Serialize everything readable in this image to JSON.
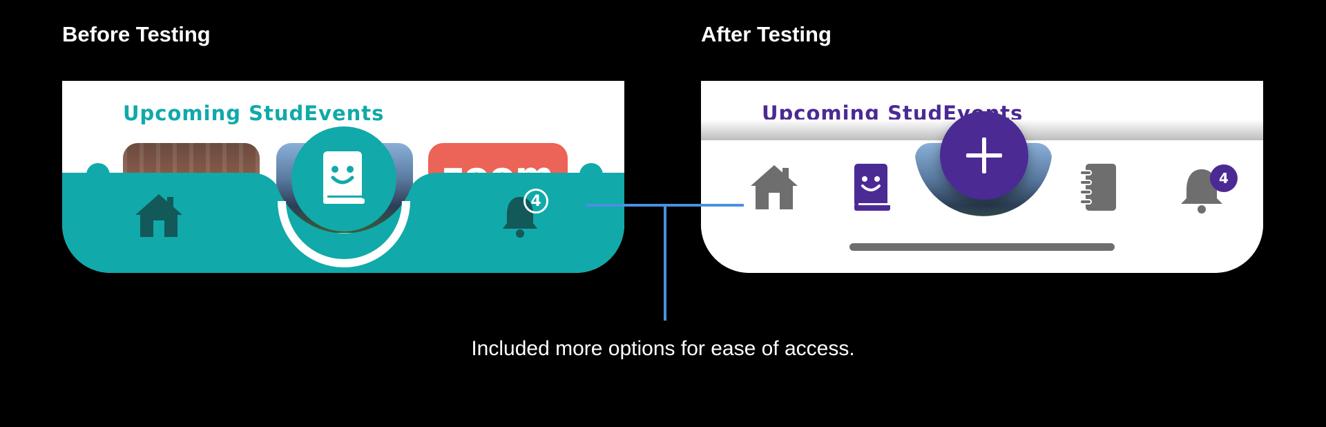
{
  "headings": {
    "before": "Before Testing",
    "after": "After Testing"
  },
  "before_panel": {
    "section_title": "Upcoming StudEvents",
    "zoom_card_label": "zoom",
    "notification_count": "4",
    "nav_icons": [
      "home-icon",
      "journal-smile-icon",
      "bell-icon"
    ]
  },
  "after_panel": {
    "section_title": "Upcoming StudEvents",
    "notification_count": "4",
    "nav_icons": [
      "home-icon",
      "journal-smile-icon",
      "add-icon",
      "notebook-icon",
      "bell-icon"
    ]
  },
  "caption": "Included more options for ease of access.",
  "colors": {
    "background": "#000000",
    "teal": "#11a9a9",
    "teal_dark": "#13595a",
    "purple": "#4b2a94",
    "gray_icon": "#6e6e6e",
    "connector_blue": "#4a90e2",
    "zoom_red": "#ec6357"
  }
}
